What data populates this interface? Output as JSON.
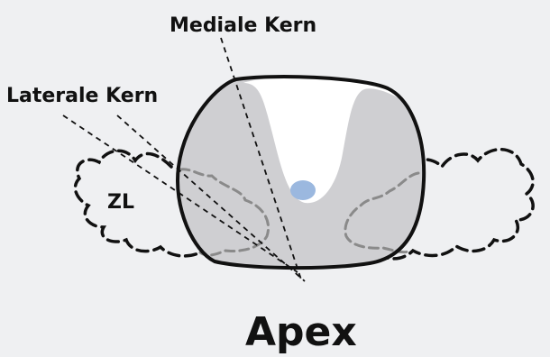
{
  "diagram": {
    "title": "Apex",
    "labels": {
      "medial": "Mediale Kern",
      "lateral": "Laterale Kern",
      "zl": "ZL"
    }
  },
  "colors": {
    "background": "#eff0f2",
    "outline": "#111111",
    "fill_gray": "#cfcfd2",
    "inner_white": "#ffffff",
    "dashed_gray": "#8a8a8a",
    "blue_dot": "#9bb8df"
  }
}
